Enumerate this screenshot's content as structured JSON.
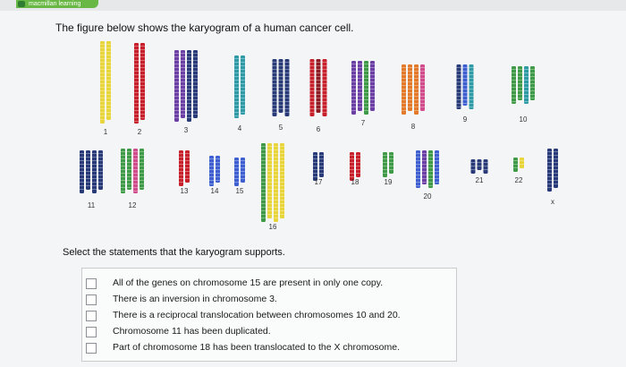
{
  "brand": {
    "name": "macmillan learning",
    "color": "#69b845"
  },
  "question": {
    "title": "The figure below shows the karyogram of a human cancer cell.",
    "prompt": "Select the statements that the karyogram supports."
  },
  "karyogram": {
    "labels": [
      "1",
      "2",
      "3",
      "4",
      "5",
      "6",
      "7",
      "8",
      "9",
      "10",
      "11",
      "12",
      "13",
      "14",
      "15",
      "16",
      "17",
      "18",
      "19",
      "20",
      "21",
      "22",
      "x"
    ],
    "colors": {
      "yellow": "#e8d53a",
      "red": "#c8202b",
      "dark_red": "#8e1a23",
      "purple": "#6c3fa5",
      "navy": "#283a78",
      "green": "#3e9a47",
      "teal": "#2e9aa6",
      "orange": "#e27a2a",
      "pink": "#d14c8c",
      "blue": "#3d5fd0"
    }
  },
  "options": [
    {
      "label": "All of the genes on chromosome 15 are present in only one copy.",
      "checked": false
    },
    {
      "label": "There is an inversion in chromosome 3.",
      "checked": false
    },
    {
      "label": "There is a reciprocal translocation between chromosomes 10 and 20.",
      "checked": false
    },
    {
      "label": "Chromosome 11 has been duplicated.",
      "checked": false
    },
    {
      "label": "Part of chromosome 18 has been translocated to the X chromosome.",
      "checked": false
    }
  ]
}
